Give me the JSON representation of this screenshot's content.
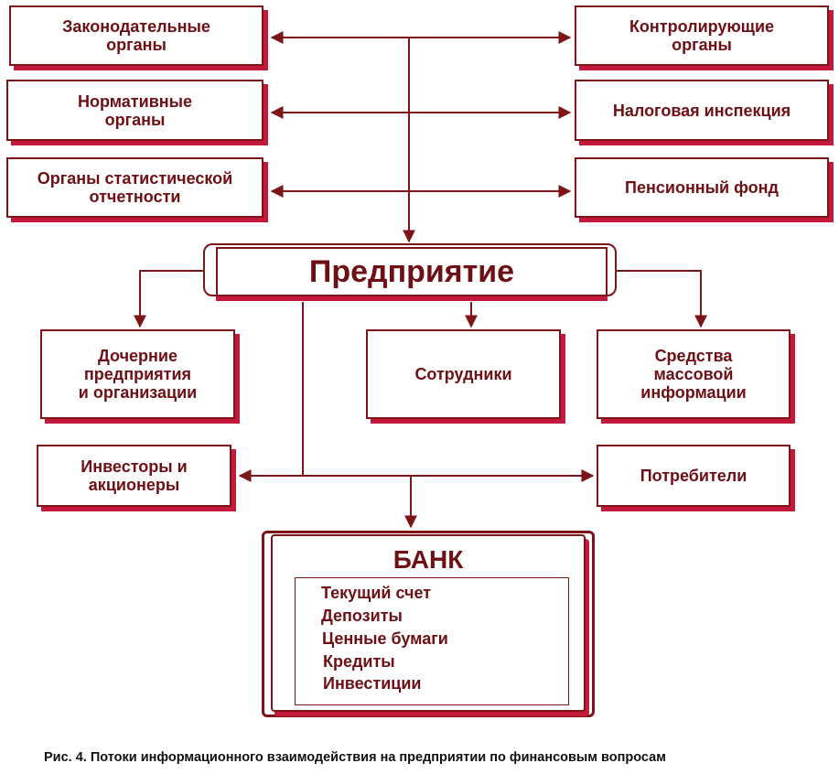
{
  "nodes": {
    "legislative": "Законодательные\nорганы",
    "normative": "Нормативные\nорганы",
    "statistics": "Органы статистической\nотчетности",
    "control": "Контролирующие\nорганы",
    "tax": "Налоговая инспекция",
    "pension": "Пенсионный фонд",
    "enterprise": "Предприятие",
    "subsidiaries": "Дочерние\nпредприятия\nи организации",
    "employees": "Сотрудники",
    "media": "Средства\nмассовой\nинформации",
    "investors": "Инвесторы и\nакционеры",
    "consumers": "Потребители"
  },
  "bank": {
    "title": "БАНК",
    "items": [
      "Текущий счет",
      "Депозиты",
      "Ценные бумаги",
      "Кредиты",
      "Инвестиции"
    ]
  },
  "caption": "Рис. 4.  Потоки информационного взаимодействия на предприятии по финансовым вопросам",
  "colors": {
    "line": "#7b1518",
    "shadow": "#c4183c",
    "text": "#6e0f14"
  }
}
